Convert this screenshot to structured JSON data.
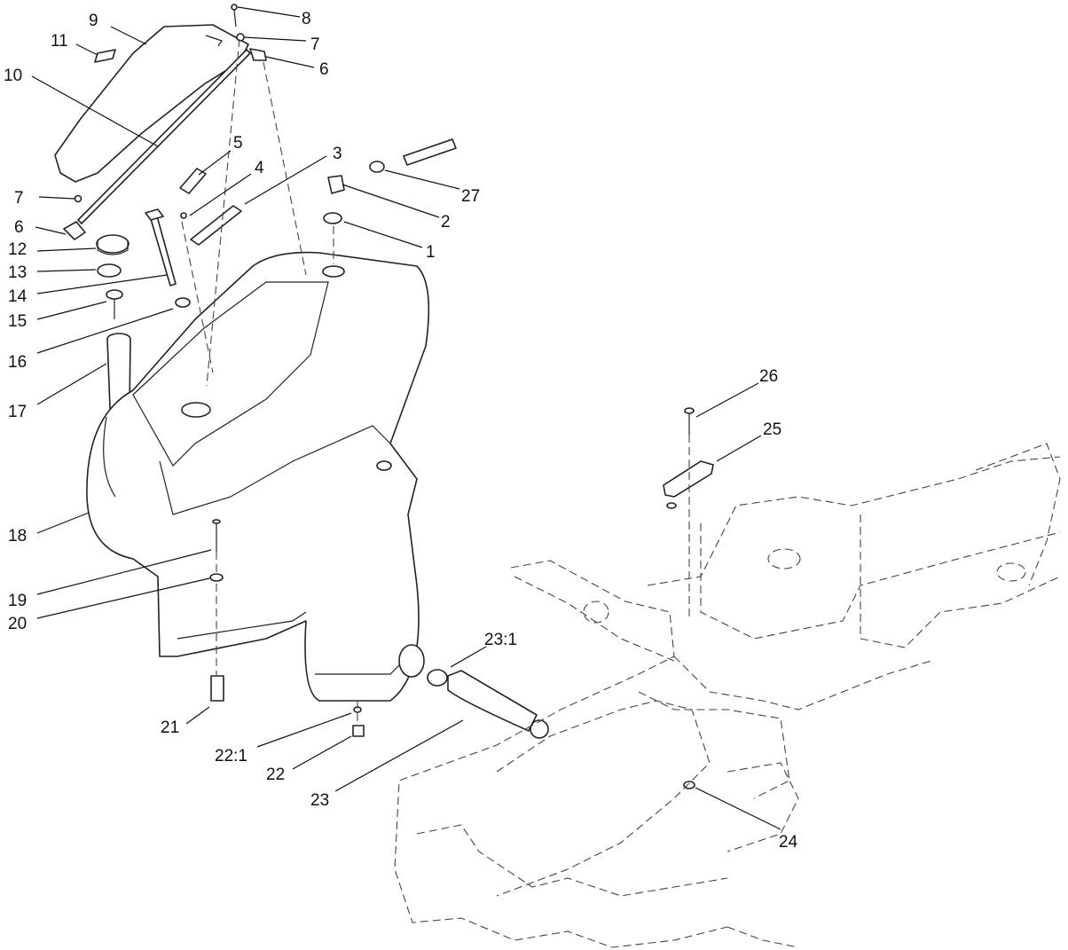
{
  "callouts": [
    {
      "id": "c1",
      "label": "1"
    },
    {
      "id": "c2",
      "label": "2"
    },
    {
      "id": "c3",
      "label": "3"
    },
    {
      "id": "c4",
      "label": "4"
    },
    {
      "id": "c5",
      "label": "5"
    },
    {
      "id": "c6a",
      "label": "6"
    },
    {
      "id": "c6b",
      "label": "6"
    },
    {
      "id": "c7a",
      "label": "7"
    },
    {
      "id": "c7b",
      "label": "7"
    },
    {
      "id": "c8",
      "label": "8"
    },
    {
      "id": "c9",
      "label": "9"
    },
    {
      "id": "c10",
      "label": "10"
    },
    {
      "id": "c11",
      "label": "11"
    },
    {
      "id": "c12",
      "label": "12"
    },
    {
      "id": "c13",
      "label": "13"
    },
    {
      "id": "c14",
      "label": "14"
    },
    {
      "id": "c15",
      "label": "15"
    },
    {
      "id": "c16",
      "label": "16"
    },
    {
      "id": "c17",
      "label": "17"
    },
    {
      "id": "c18",
      "label": "18"
    },
    {
      "id": "c19",
      "label": "19"
    },
    {
      "id": "c20",
      "label": "20"
    },
    {
      "id": "c21",
      "label": "21"
    },
    {
      "id": "c22",
      "label": "22"
    },
    {
      "id": "c22_1",
      "label": "22:1"
    },
    {
      "id": "c23",
      "label": "23"
    },
    {
      "id": "c23_1",
      "label": "23:1"
    },
    {
      "id": "c24",
      "label": "24"
    },
    {
      "id": "c25",
      "label": "25"
    },
    {
      "id": "c26",
      "label": "26"
    },
    {
      "id": "c27",
      "label": "27"
    }
  ]
}
